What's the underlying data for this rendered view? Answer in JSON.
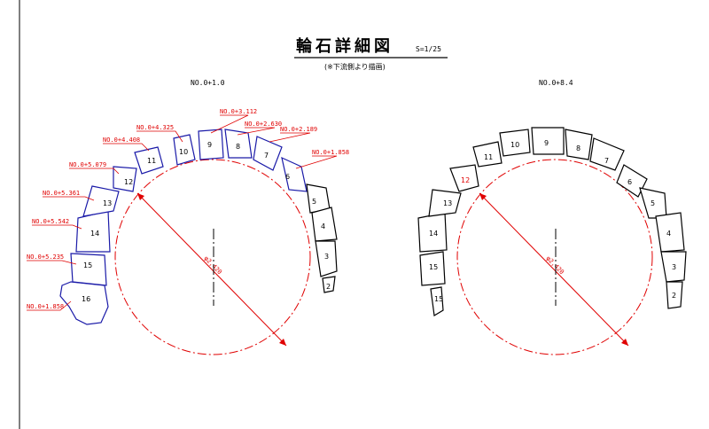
{
  "title": "輪石詳細図",
  "scale": "S=1/25",
  "note": "(※下流側より描画)",
  "colors": {
    "survey": "#1a1aa8",
    "station": "#e00000",
    "stone": "#000000"
  },
  "left_section": {
    "name": "NO.0+1.0",
    "stations": [
      {
        "stone": "16",
        "label": "NO.0+1.858"
      },
      {
        "stone": "15",
        "label": "NO.0+5.235"
      },
      {
        "stone": "14",
        "label": "NO.0+5.542"
      },
      {
        "stone": "13",
        "label": "NO.0+5.361"
      },
      {
        "stone": "12",
        "label": "NO.0+5.079"
      },
      {
        "stone": "11",
        "label": "NO.0+4.408"
      },
      {
        "stone": "10",
        "label": "NO.0+4.325"
      },
      {
        "stone": "9",
        "label": "NO.0+3.112"
      },
      {
        "stone": "8",
        "label": "NO.0+2.630"
      },
      {
        "stone": "7",
        "label": "NO.0+2.189"
      },
      {
        "stone": "6",
        "label": "NO.0+1.858"
      }
    ],
    "stone_numbers": [
      "2",
      "3",
      "4",
      "5",
      "6",
      "7",
      "8",
      "9",
      "10",
      "11",
      "12",
      "13",
      "14",
      "15",
      "16"
    ]
  },
  "right_section": {
    "name": "NO.0+8.4",
    "stone_numbers": [
      "2",
      "3",
      "4",
      "5",
      "6",
      "7",
      "8",
      "9",
      "10",
      "11",
      "12",
      "13",
      "14",
      "15"
    ]
  }
}
